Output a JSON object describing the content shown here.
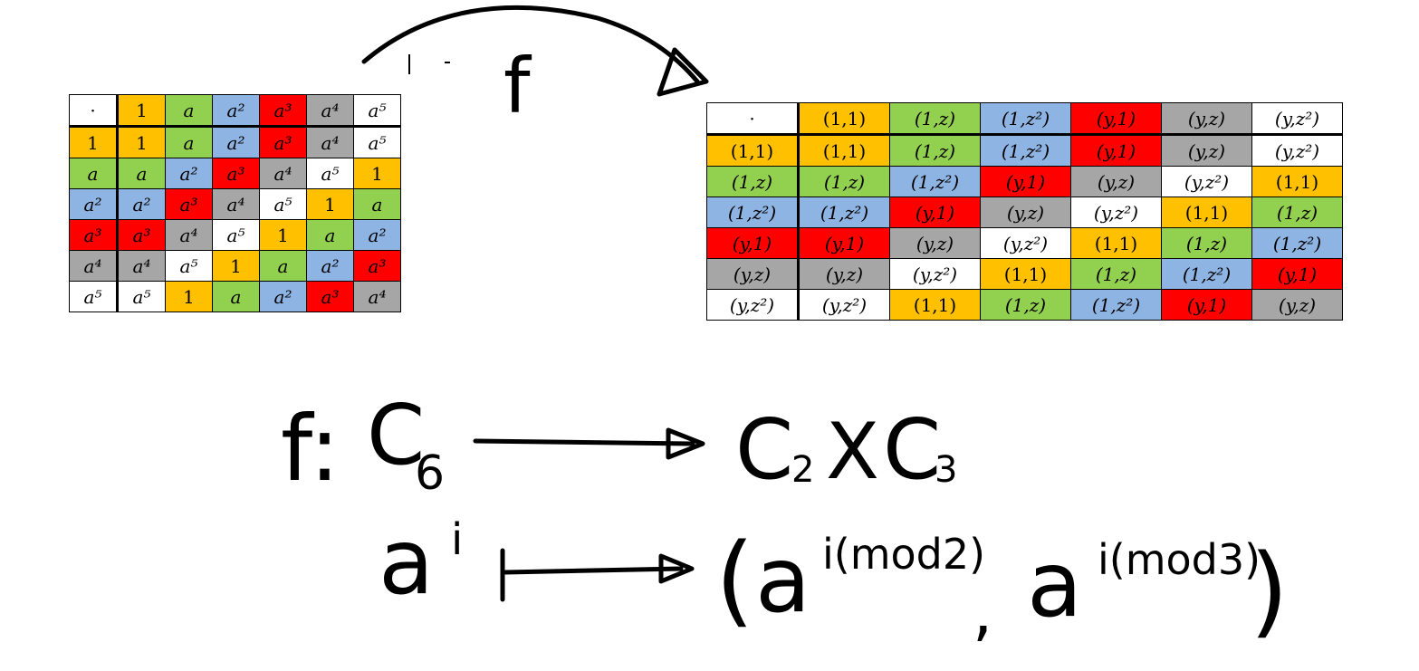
{
  "colors": {
    "1": "#ffc000",
    "a": "#92d050",
    "a2": "#8eb4e3",
    "a3": "#ff0000",
    "a4": "#a6a6a6",
    "a5": "#ffffff",
    "op": "#ffffff"
  },
  "left_table": {
    "header": [
      "·",
      "1",
      "a",
      "a²",
      "a³",
      "a⁴",
      "a⁵"
    ],
    "header_keys": [
      "op",
      "1",
      "a",
      "a2",
      "a3",
      "a4",
      "a5"
    ],
    "rows": [
      {
        "label": "1",
        "keys": [
          "1",
          "1",
          "a",
          "a2",
          "a3",
          "a4",
          "a5"
        ],
        "cells": [
          "1",
          "1",
          "a",
          "a²",
          "a³",
          "a⁴",
          "a⁵"
        ]
      },
      {
        "label": "a",
        "keys": [
          "a",
          "a",
          "a2",
          "a3",
          "a4",
          "a5",
          "1"
        ],
        "cells": [
          "a",
          "a",
          "a²",
          "a³",
          "a⁴",
          "a⁵",
          "1"
        ]
      },
      {
        "label": "a²",
        "keys": [
          "a2",
          "a2",
          "a3",
          "a4",
          "a5",
          "1",
          "a"
        ],
        "cells": [
          "a²",
          "a²",
          "a³",
          "a⁴",
          "a⁵",
          "1",
          "a"
        ]
      },
      {
        "label": "a³",
        "keys": [
          "a3",
          "a3",
          "a4",
          "a5",
          "1",
          "a",
          "a2"
        ],
        "cells": [
          "a³",
          "a³",
          "a⁴",
          "a⁵",
          "1",
          "a",
          "a²"
        ]
      },
      {
        "label": "a⁴",
        "keys": [
          "a4",
          "a4",
          "a5",
          "1",
          "a",
          "a2",
          "a3"
        ],
        "cells": [
          "a⁴",
          "a⁴",
          "a⁵",
          "1",
          "a",
          "a²",
          "a³"
        ]
      },
      {
        "label": "a⁵",
        "keys": [
          "a5",
          "a5",
          "1",
          "a",
          "a2",
          "a3",
          "a4"
        ],
        "cells": [
          "a⁵",
          "a⁵",
          "1",
          "a",
          "a²",
          "a³",
          "a⁴"
        ]
      }
    ]
  },
  "right_table": {
    "header": [
      "·",
      "(1,1)",
      "(1,z)",
      "(1,z²)",
      "(y,1)",
      "(y,z)",
      "(y,z²)"
    ],
    "header_keys": [
      "op",
      "1",
      "a",
      "a2",
      "a3",
      "a4",
      "a5"
    ],
    "rows": [
      {
        "keys": [
          "1",
          "1",
          "a",
          "a2",
          "a3",
          "a4",
          "a5"
        ],
        "cells": [
          "(1,1)",
          "(1,1)",
          "(1,z)",
          "(1,z²)",
          "(y,1)",
          "(y,z)",
          "(y,z²)"
        ]
      },
      {
        "keys": [
          "a",
          "a",
          "a2",
          "a3",
          "a4",
          "a5",
          "1"
        ],
        "cells": [
          "(1,z)",
          "(1,z)",
          "(1,z²)",
          "(y,1)",
          "(y,z)",
          "(y,z²)",
          "(1,1)"
        ]
      },
      {
        "keys": [
          "a2",
          "a2",
          "a3",
          "a4",
          "a5",
          "1",
          "a"
        ],
        "cells": [
          "(1,z²)",
          "(1,z²)",
          "(y,1)",
          "(y,z)",
          "(y,z²)",
          "(1,1)",
          "(1,z)"
        ]
      },
      {
        "keys": [
          "a3",
          "a3",
          "a4",
          "a5",
          "1",
          "a",
          "a2"
        ],
        "cells": [
          "(y,1)",
          "(y,1)",
          "(y,z)",
          "(y,z²)",
          "(1,1)",
          "(1,z)",
          "(1,z²)"
        ]
      },
      {
        "keys": [
          "a4",
          "a4",
          "a5",
          "1",
          "a",
          "a2",
          "a3"
        ],
        "cells": [
          "(y,z)",
          "(y,z)",
          "(y,z²)",
          "(1,1)",
          "(1,z)",
          "(1,z²)",
          "(y,1)"
        ]
      },
      {
        "keys": [
          "a5",
          "a5",
          "1",
          "a",
          "a2",
          "a3",
          "a4"
        ],
        "cells": [
          "(y,z²)",
          "(y,z²)",
          "(1,1)",
          "(1,z)",
          "(1,z²)",
          "(y,1)",
          "(y,z)"
        ]
      }
    ]
  },
  "handwriting": {
    "top_label": "f",
    "map_name": "f:",
    "domain_group": "C",
    "domain_sub": "6",
    "codomain_left": "C",
    "codomain_left_sub": "2",
    "times": "X",
    "codomain_right": "C",
    "codomain_right_sub": "3",
    "element": "a",
    "element_sup": "i",
    "image_open": "(",
    "image_first": "a",
    "image_first_sup": "i(mod2)",
    "image_comma": ",",
    "image_second": "a",
    "image_second_sup": "i(mod3)",
    "image_close": ")"
  }
}
